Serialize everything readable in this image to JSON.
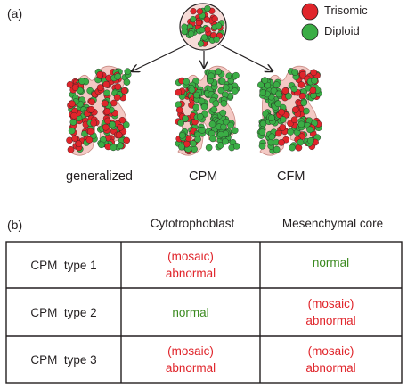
{
  "panel_a": {
    "label": "(a)",
    "legend": [
      {
        "label": "Trisomic",
        "color": "#e0252b"
      },
      {
        "label": "Diploid",
        "color": "#3aad45"
      }
    ],
    "captions": [
      "generalized",
      "CPM",
      "CFM"
    ]
  },
  "panel_b": {
    "label": "(b)",
    "columns": [
      "Cytotrophoblast",
      "Mesenchymal core"
    ],
    "rows": [
      {
        "label": "CPM  type 1",
        "cytotrophoblast": {
          "lines": [
            "(mosaic)",
            "abnormal"
          ],
          "status": "abnormal"
        },
        "mesenchymal_core": {
          "lines": [
            "normal"
          ],
          "status": "normal"
        }
      },
      {
        "label": "CPM  type 2",
        "cytotrophoblast": {
          "lines": [
            "normal"
          ],
          "status": "normal"
        },
        "mesenchymal_core": {
          "lines": [
            "(mosaic)",
            "abnormal"
          ],
          "status": "abnormal"
        }
      },
      {
        "label": "CPM  type 3",
        "cytotrophoblast": {
          "lines": [
            "(mosaic)",
            "abnormal"
          ],
          "status": "abnormal"
        },
        "mesenchymal_core": {
          "lines": [
            "(mosaic)",
            "abnormal"
          ],
          "status": "abnormal"
        }
      }
    ]
  },
  "colors": {
    "trisomic": "#e0252b",
    "diploid": "#3aad45",
    "abnormal_text": "#e0252b",
    "normal_text": "#3a8a1f",
    "tissue": "#f4c9c4"
  }
}
